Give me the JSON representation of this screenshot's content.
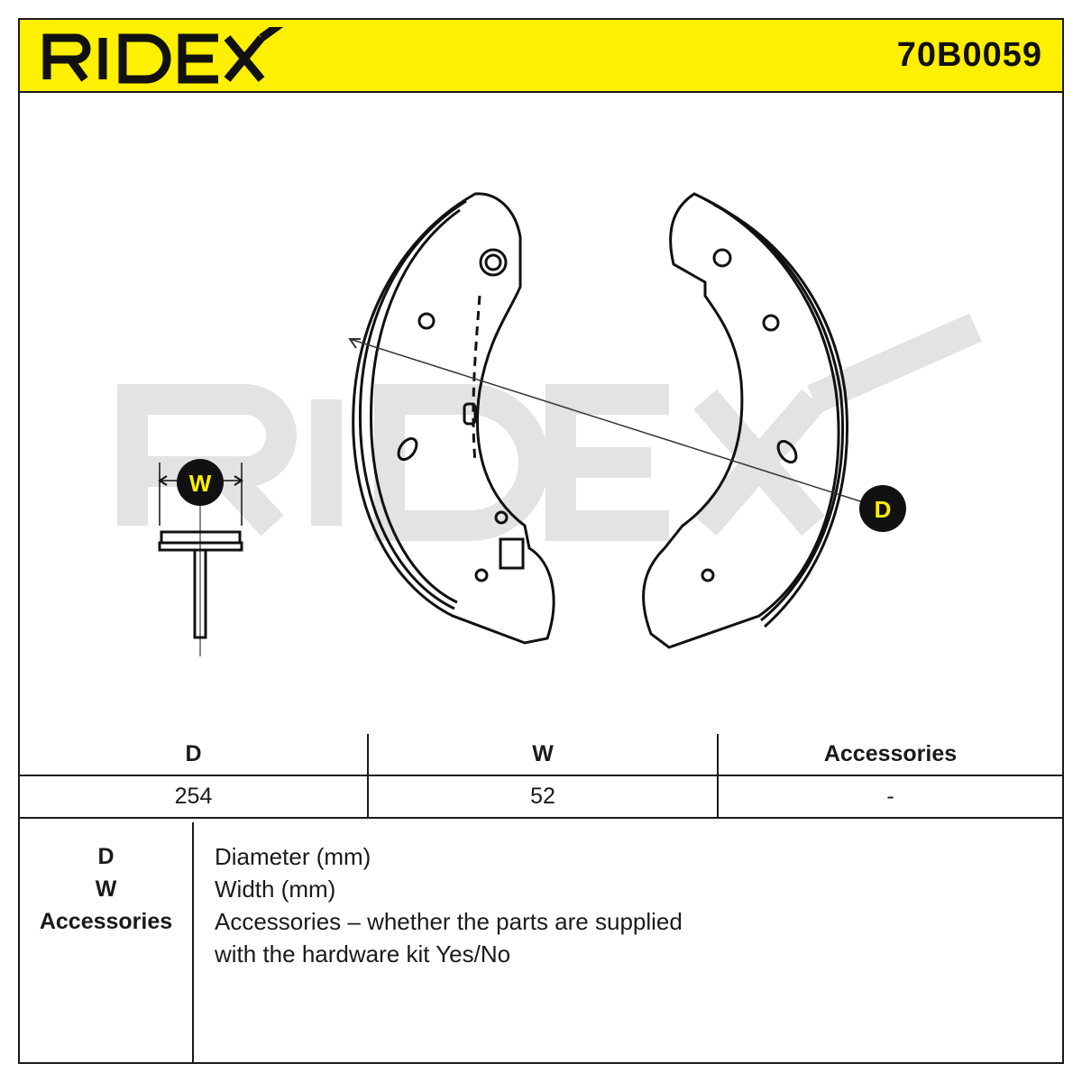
{
  "header": {
    "brand": "RIDEX",
    "part_number": "70B0059",
    "background": "#ffef00"
  },
  "drawing": {
    "watermark": "RIDEX",
    "width_marker": "W",
    "diameter_marker": "D",
    "marker_color": "#ffef00"
  },
  "table": {
    "headers": [
      "D",
      "W",
      "Accessories"
    ],
    "values": [
      "254",
      "52",
      "-"
    ]
  },
  "legend": {
    "keys": [
      "D",
      "W",
      "Accessories"
    ],
    "descriptions": [
      "Diameter (mm)",
      "Width (mm)",
      "Accessories – whether the parts are supplied",
      "with the hardware kit Yes/No"
    ]
  }
}
